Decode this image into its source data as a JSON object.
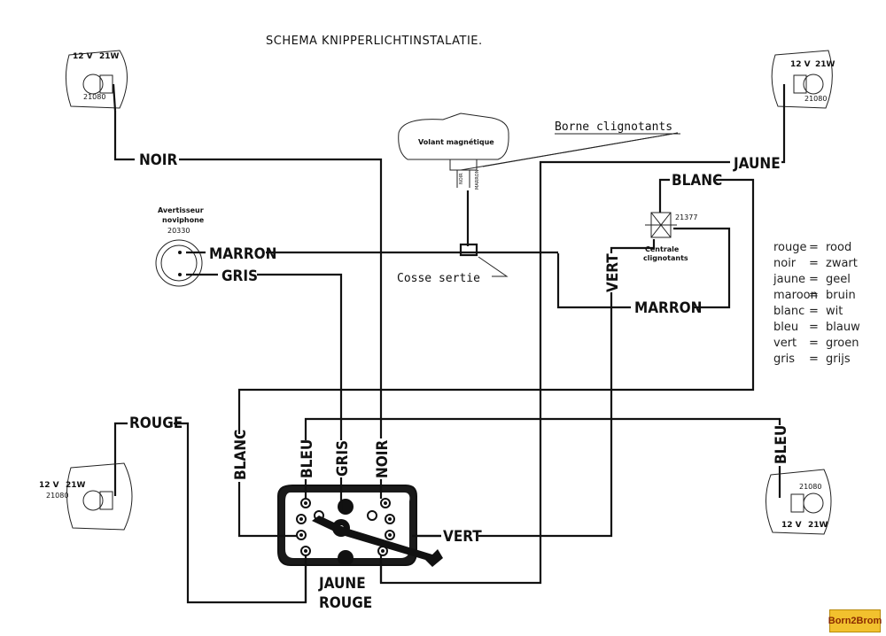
{
  "title": "SCHEMA KNIPPERLICHTINSTALATIE.",
  "lamp_labels": {
    "voltage": "12 V",
    "wattage": "21W",
    "code": "21080"
  },
  "components": {
    "volant": "Volant magnétique",
    "volant_terminal_1": "NOIR",
    "volant_terminal_2": "MARRON",
    "borne": "Borne clignotants",
    "cosse": "Cosse sertie",
    "avertisseur_1": "Avertisseur",
    "avertisseur_2": "noviphone",
    "avertisseur_code": "20330",
    "centrale_code": "21377",
    "centrale_1": "Centrale",
    "centrale_2": "clignotants"
  },
  "wire_labels": {
    "noir_top": "NOIR",
    "jaune_top": "JAUNE",
    "blanc_top": "BLANC",
    "marron_left": "MARRON",
    "gris_left": "GRIS",
    "vert_vertical": "VERT",
    "marron_right": "MARRON",
    "rouge_left": "ROUGE",
    "bleu_right": "BLEU",
    "blanc_left": "BLANC",
    "bleu_switch": "BLEU",
    "gris_switch": "GRIS",
    "noir_switch": "NOIR",
    "vert_switch": "VERT",
    "jaune_bottom": "JAUNE",
    "rouge_bottom": "ROUGE"
  },
  "legend": [
    {
      "fr": "rouge",
      "eq": "=",
      "nl": "rood"
    },
    {
      "fr": "noir",
      "eq": "=",
      "nl": "zwart"
    },
    {
      "fr": "jaune",
      "eq": "=",
      "nl": "geel"
    },
    {
      "fr": "maroon",
      "eq": "=",
      "nl": "bruin"
    },
    {
      "fr": "blanc",
      "eq": "=",
      "nl": "wit"
    },
    {
      "fr": "bleu",
      "eq": "=",
      "nl": "blauw"
    },
    {
      "fr": "vert",
      "eq": "=",
      "nl": "groen"
    },
    {
      "fr": "gris",
      "eq": "=",
      "nl": "grijs"
    }
  ],
  "logo": "Born2Brom",
  "colors": {
    "ink": "#111111",
    "logo_bg": "#f2c12e"
  }
}
